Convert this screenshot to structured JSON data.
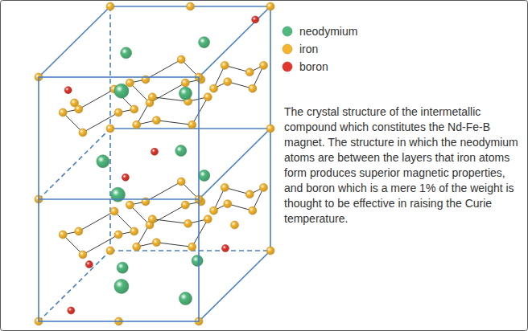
{
  "diagram": {
    "caption": "The crystal structure of the intermetallic compound which constitutes the Nd-Fe-B magnet. The structure in which the neodymium atoms are between the layers that iron atoms form produces superior magnetic properties, and boron which is a mere 1% of the weight is thought to be effective in raising the Curie temperature.",
    "legend": [
      {
        "text": "neodymium",
        "color": "#4fb87c"
      },
      {
        "text": "iron",
        "color": "#f5b52c"
      },
      {
        "text": "boron",
        "color": "#e2352b"
      }
    ]
  }
}
